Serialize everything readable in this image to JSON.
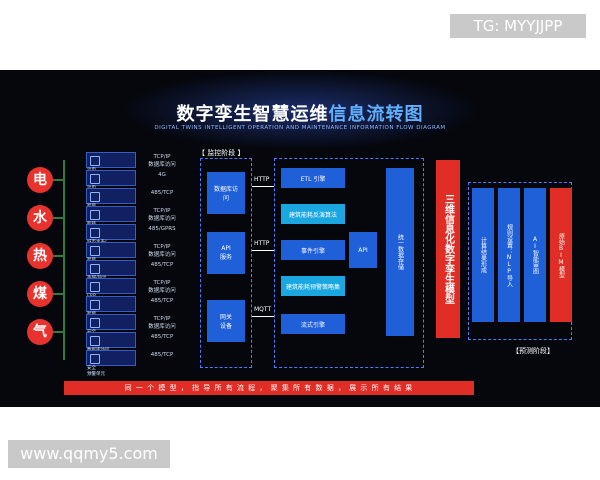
{
  "watermark_tg": "TG: MYYJJPP",
  "watermark_site": "www.qqmy5.com",
  "diagram": {
    "title_a": "数字孪生智慧运维",
    "title_b": "信息流转图",
    "subtitle_a": "DIGITAL TWINS INTELLIGENT OPERATION AND MAINTENANCE",
    "subtitle_b": "INFORMATION FLOW DIAGRAM",
    "energy": [
      "电",
      "水",
      "热",
      "煤",
      "气"
    ],
    "devices": [
      "计电\n系统",
      "计电\n采集",
      "智能\n电表",
      "能耗\n系统",
      "城市水表/\n流量计",
      "智能\n水表",
      "热网/热计\n控制",
      "ERP\n数据库访问",
      "智能\n控制",
      "安全\n监测仪",
      "数据库访问",
      "安全\n预警单元"
    ],
    "protocols": [
      "TCP/IP\n数据库访问",
      "4G",
      "485/TCP",
      "TCP/IP\n数据库访问",
      "485/GPRS",
      "TCP/IP\n数据库访问",
      "485/TCP",
      "TCP/IP\n数据库访问",
      "485/TCP",
      "TCP/IP\n数据库访问",
      "485/TCP",
      "485/TCP"
    ],
    "monitor_stage": "【 监控阶段 】",
    "collect": [
      "数据库访\n问",
      "API\n服务",
      "网关\n设备"
    ],
    "arrows": [
      "HTTP",
      "HTTP",
      "MQTT"
    ],
    "engines": [
      "ETL 引擎",
      "建筑能耗反演算法",
      "事件引擎",
      "建筑能耗预警策略集",
      "流式引擎"
    ],
    "api": "API",
    "storage": "统一数据存储",
    "twin_model": "三维信息化数字孪生模型",
    "outputs": [
      "计算结果形成",
      "规则设置：NLP导入",
      "AI智能审图",
      "原始BIM模型"
    ],
    "predict_stage": "【预测阶段】",
    "banner": "同 一 个 模 型 ， 指 导 所 有 流 程 ， 聚 集 所 有 数 据 ， 展 示 所 有 结 果"
  }
}
